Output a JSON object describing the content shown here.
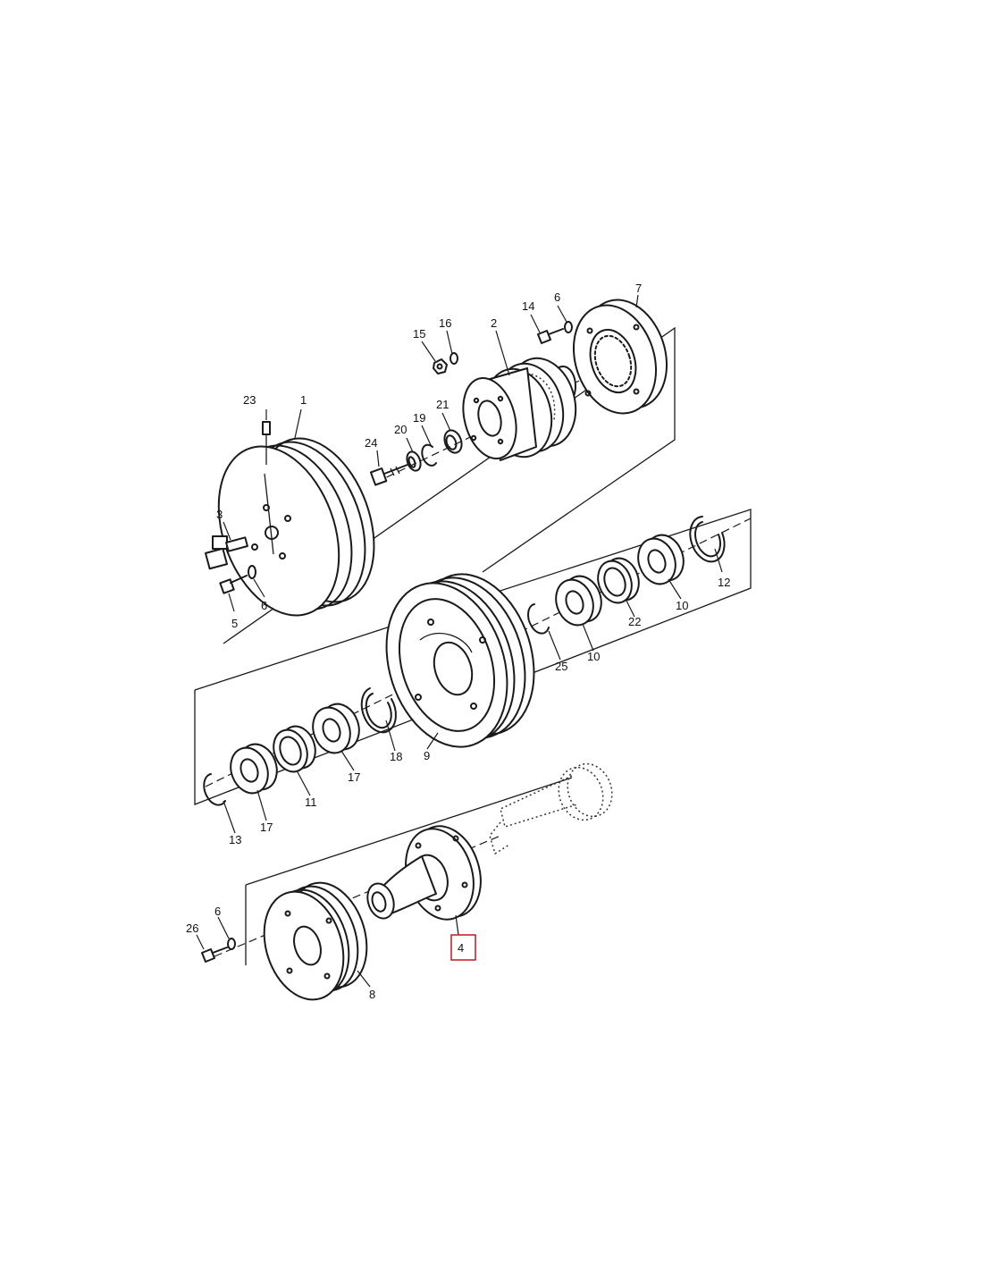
{
  "colors": {
    "ink": "#1a1a1a",
    "highlight": "#c0282d",
    "background": "#ffffff"
  },
  "highlighted_part": "4",
  "labels": {
    "p1": "1",
    "p2": "2",
    "p3": "3",
    "p4": "4",
    "p5": "5",
    "p6_top": "6",
    "p6_mid": "6",
    "p6_bot": "6",
    "p7": "7",
    "p8": "8",
    "p9": "9",
    "p10_a": "10",
    "p10_b": "10",
    "p11": "11",
    "p12": "12",
    "p13": "13",
    "p14": "14",
    "p15": "15",
    "p16": "16",
    "p17_a": "17",
    "p17_b": "17",
    "p18": "18",
    "p19": "19",
    "p20": "20",
    "p21": "21",
    "p22": "22",
    "p23": "23",
    "p24": "24",
    "p25": "25",
    "p26": "26"
  }
}
